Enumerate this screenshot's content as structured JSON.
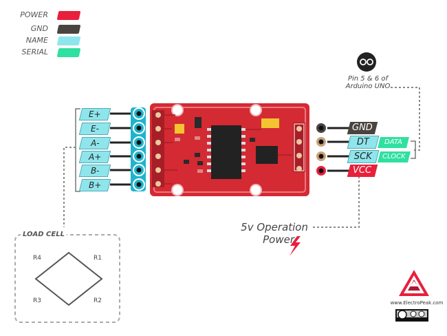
{
  "legend": [
    {
      "label": "POWER",
      "color": "#e8203c"
    },
    {
      "label": "GND",
      "color": "#4a4440"
    },
    {
      "label": "NAME",
      "color": "#8ee6ec"
    },
    {
      "label": "SERIAL",
      "color": "#30e0a0"
    }
  ],
  "left_pins": [
    "E+",
    "E-",
    "A-",
    "A+",
    "B-",
    "B+"
  ],
  "right_pins": {
    "gnd": "GND",
    "dt": "DT",
    "sck": "SCK",
    "vcc": "VCC",
    "data": "DATA",
    "clock": "CLOCK"
  },
  "arduino_note": {
    "line1": "Pin 5 & 6 of",
    "line2": "Arduino UNO"
  },
  "operation": {
    "line1": "5v Operation",
    "line2": "Power"
  },
  "load_cell": {
    "title": "LOAD CELL",
    "resistors": {
      "r1": "R1",
      "r2": "R2",
      "r3": "R3",
      "r4": "R4"
    }
  },
  "website": "www.ElectroPeak.com",
  "license": "BY SA",
  "colors": {
    "board": "#d42a33",
    "board_dark": "#a81e26",
    "board_edge": "#f07880",
    "pin_cyan": "#1fb4cc",
    "wire": "#222222",
    "dashed": "#8a8a8a",
    "power": "#e8203c",
    "gnd": "#4a4440",
    "name": "#8ee6ec",
    "serial": "#30e0a0",
    "gold": "#c9a27a"
  },
  "icons": [
    "arduino-logo-icon",
    "lightning-bolt-icon",
    "electropeak-logo-icon",
    "creative-commons-icon"
  ]
}
